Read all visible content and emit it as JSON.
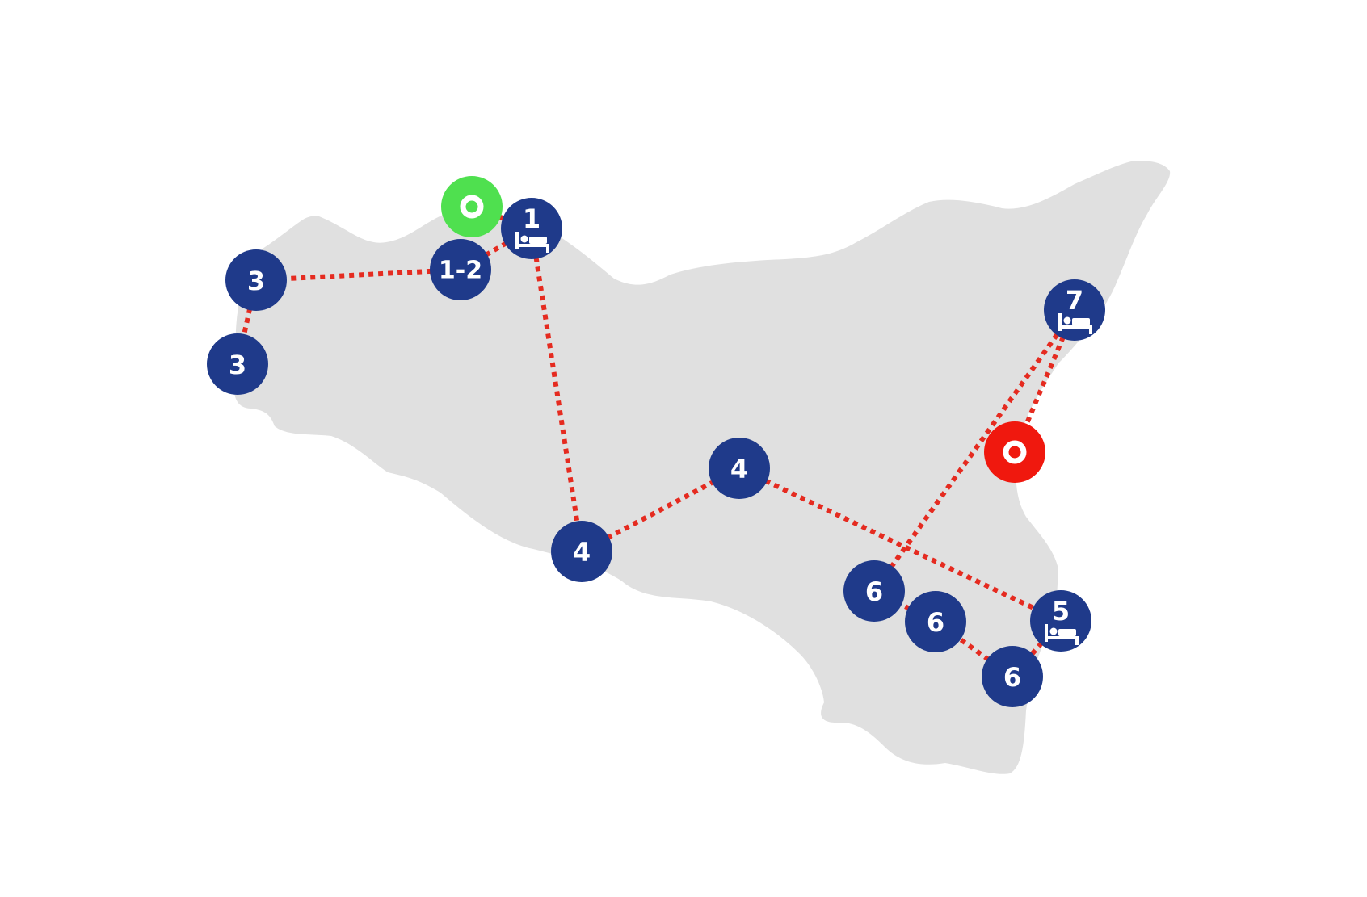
{
  "map": {
    "colors": {
      "land": "#e0e0e0",
      "background": "#ffffff",
      "route": "#e52b20",
      "stop_fill": "#1f3a8a",
      "start_fill": "#4fe04f",
      "end_fill": "#f0180e",
      "label": "#ffffff"
    },
    "start": {
      "label": "o",
      "icon": "start-marker-icon"
    },
    "end": {
      "label": "o",
      "icon": "end-marker-icon"
    },
    "stops": [
      {
        "id": "stop-1",
        "label": "1",
        "overnight": true
      },
      {
        "id": "stop-1-2",
        "label": "1-2",
        "overnight": false
      },
      {
        "id": "stop-3a",
        "label": "3",
        "overnight": false
      },
      {
        "id": "stop-3b",
        "label": "3",
        "overnight": false
      },
      {
        "id": "stop-4a",
        "label": "4",
        "overnight": false
      },
      {
        "id": "stop-4b",
        "label": "4",
        "overnight": false
      },
      {
        "id": "stop-5",
        "label": "5",
        "overnight": true
      },
      {
        "id": "stop-6a",
        "label": "6",
        "overnight": false
      },
      {
        "id": "stop-6b",
        "label": "6",
        "overnight": false
      },
      {
        "id": "stop-6c",
        "label": "6",
        "overnight": false
      },
      {
        "id": "stop-7",
        "label": "7",
        "overnight": true
      }
    ],
    "overnight_icon": "bed-icon"
  }
}
